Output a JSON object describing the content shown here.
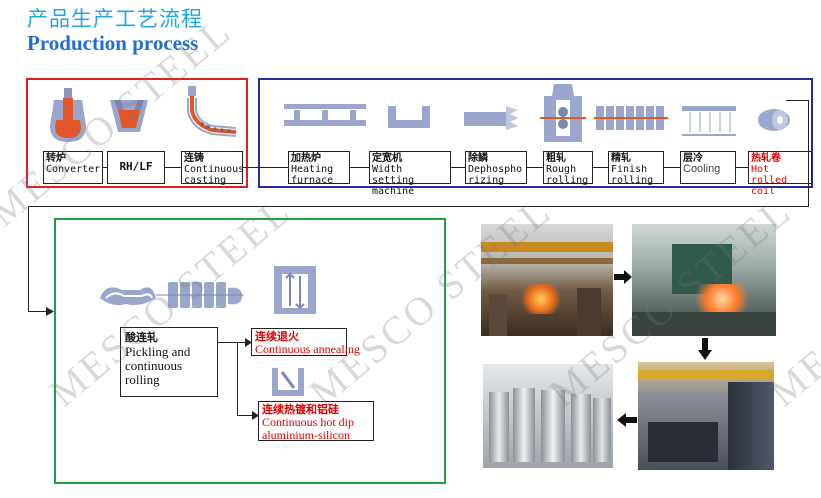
{
  "title": {
    "cn": "产品生产工艺流程",
    "en": "Production process"
  },
  "watermark": "MESCO STEEL",
  "colors": {
    "title_cn": "#1fa7e0",
    "title_en": "#1f6fd0",
    "steelmaking_frame": "#e02020",
    "rolling_frame": "#2030a0",
    "cold_frame": "#20a040",
    "icon_fill": "#9aa6cc",
    "highlight": "#e00000"
  },
  "steelmaking": [
    {
      "cn": "转炉",
      "en": "Converter",
      "icon": "converter-icon"
    },
    {
      "cn": "",
      "en": "RH/LF",
      "icon": "ladle-icon"
    },
    {
      "cn": "连铸",
      "en": "Continuous casting",
      "icon": "continuous-caster-icon"
    }
  ],
  "hot_rolling": [
    {
      "cn": "加热炉",
      "en": "Heating furnace",
      "icon": "heating-furnace-icon"
    },
    {
      "cn": "定宽机",
      "en": "Width setting machine",
      "icon": "width-press-icon"
    },
    {
      "cn": "除鳞",
      "en": "Dephospho rizing",
      "icon": "descaler-icon"
    },
    {
      "cn": "粗轧",
      "en": "Rough rolling",
      "icon": "rough-mill-icon"
    },
    {
      "cn": "精轧",
      "en": "Finish rolling",
      "icon": "finish-mill-icon"
    },
    {
      "cn": "层冷",
      "en": "Cooling",
      "icon": "laminar-cooling-icon"
    },
    {
      "cn": "热轧卷",
      "en": "Hot rolled coil",
      "icon": "coil-icon",
      "highlight": true
    }
  ],
  "cold_line": {
    "pickling": {
      "cn": "酸连轧",
      "en": "Pickling and continuous rolling"
    },
    "annealing": {
      "cn": "连续退火",
      "en": "Continuous annealing"
    },
    "coating": {
      "cn": "连续热镀和铝硅",
      "en": "Continuous hot dip aluminium-silicon"
    }
  },
  "photos": [
    {
      "name": "steel-plant-photo",
      "icon": "photo-icon"
    },
    {
      "name": "rolling-mill-photo",
      "icon": "photo-icon"
    },
    {
      "name": "coil-storage-photo",
      "icon": "photo-icon"
    },
    {
      "name": "annealing-furnace-photo",
      "icon": "photo-icon"
    }
  ]
}
